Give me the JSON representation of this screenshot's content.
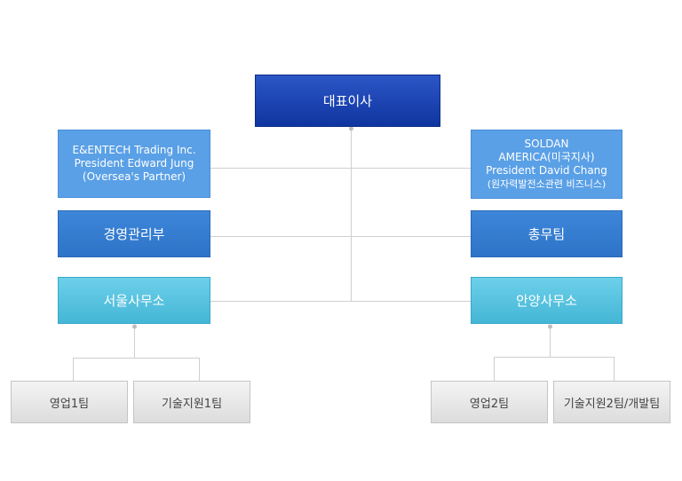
{
  "org": {
    "ceo": "대표이사",
    "partner_left": [
      "E&ENTECH Trading Inc.",
      "President Edward Jung",
      "(Oversea's Partner)"
    ],
    "partner_right": [
      "SOLDAN",
      "AMERICA(미국지사)",
      "President David Chang",
      "(원자력발전소관련 비즈니스)"
    ],
    "dept_left": "경영관리부",
    "dept_right": "총무팀",
    "office_left": "서울사무소",
    "office_right": "안양사무소",
    "team_1": "영업1팀",
    "team_2": "기술지원1팀",
    "team_3": "영업2팀",
    "team_4": "기술지원2팀/개발팀"
  },
  "colors": {
    "ceo": "#1a42b0",
    "partner": "#5aa0e6",
    "dept": "#3379cc",
    "office": "#55c2e0",
    "team": "#e6e6e6",
    "connector": "#c8c8c8"
  }
}
